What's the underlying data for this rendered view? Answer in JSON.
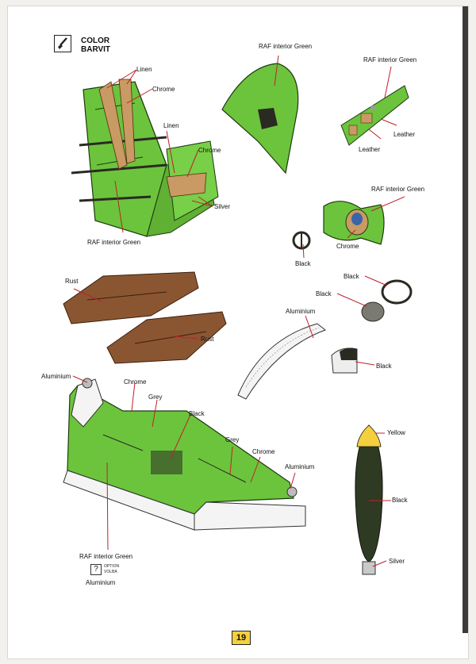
{
  "legend": {
    "line1": "COLOR",
    "line2": "BARVIT",
    "icon": "paint-brush-icon"
  },
  "labels": {
    "seat_linen_1": "Linen",
    "seat_chrome_1": "Chrome",
    "seat_linen_2": "Linen",
    "seat_chrome_2": "Chrome",
    "seat_silver": "Silver",
    "seat_green": "RAF interior Green",
    "bulkhead_green": "RAF interior Green",
    "panel_green": "RAF interior Green",
    "panel_leather_1": "Leather",
    "panel_leather_2": "Leather",
    "gunsight_green": "RAF interior Green",
    "gunsight_chrome": "Chrome",
    "stick_black": "Black",
    "rust_1": "Rust",
    "rust_2": "Rust",
    "ring_black": "Black",
    "grille_black": "Black",
    "canopy_aluminium": "Aluminium",
    "cap_black": "Black",
    "floor_aluminium_1": "Aluminium",
    "floor_chrome_1": "Chrome",
    "floor_grey_1": "Grey",
    "floor_black": "Black",
    "floor_grey_2": "Grey",
    "floor_chrome_2": "Chrome",
    "floor_aluminium_2": "Aluminium",
    "floor_green": "RAF interior Green",
    "floor_aluminium_3": "Aluminium",
    "spinner_yellow": "Yellow",
    "spinner_black": "Black",
    "spinner_silver": "Silver"
  },
  "option": {
    "mark": "?",
    "line1": "OPTION",
    "line2": "VOLBA"
  },
  "page_number": "19",
  "colors": {
    "raf_green": "#6cc43c",
    "rust": "#8a5632",
    "leather": "#c99a63",
    "black": "#2a2a22",
    "yellow": "#f4d03f",
    "leader": "#c0202a"
  }
}
